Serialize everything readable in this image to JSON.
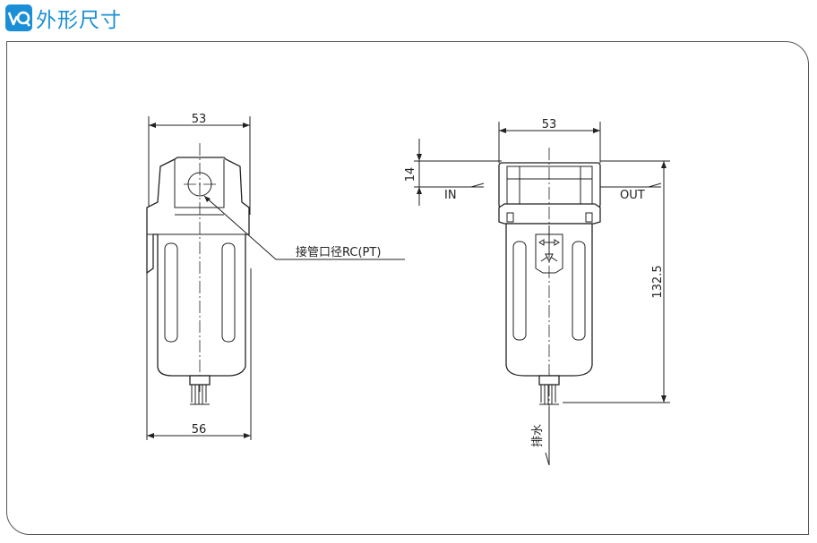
{
  "header": {
    "title": "外形尺寸",
    "logo_icon": "brand-logo-icon",
    "accent_color": "#1a8fd6"
  },
  "diagram": {
    "front_view": {
      "top_width": "53",
      "bottom_width": "56",
      "port_label": "接管口径RC(PT)"
    },
    "side_view": {
      "top_width": "53",
      "top_height": "14",
      "total_height": "132.5",
      "in_label": "IN",
      "out_label": "OUT",
      "drain_label": "排水"
    }
  }
}
